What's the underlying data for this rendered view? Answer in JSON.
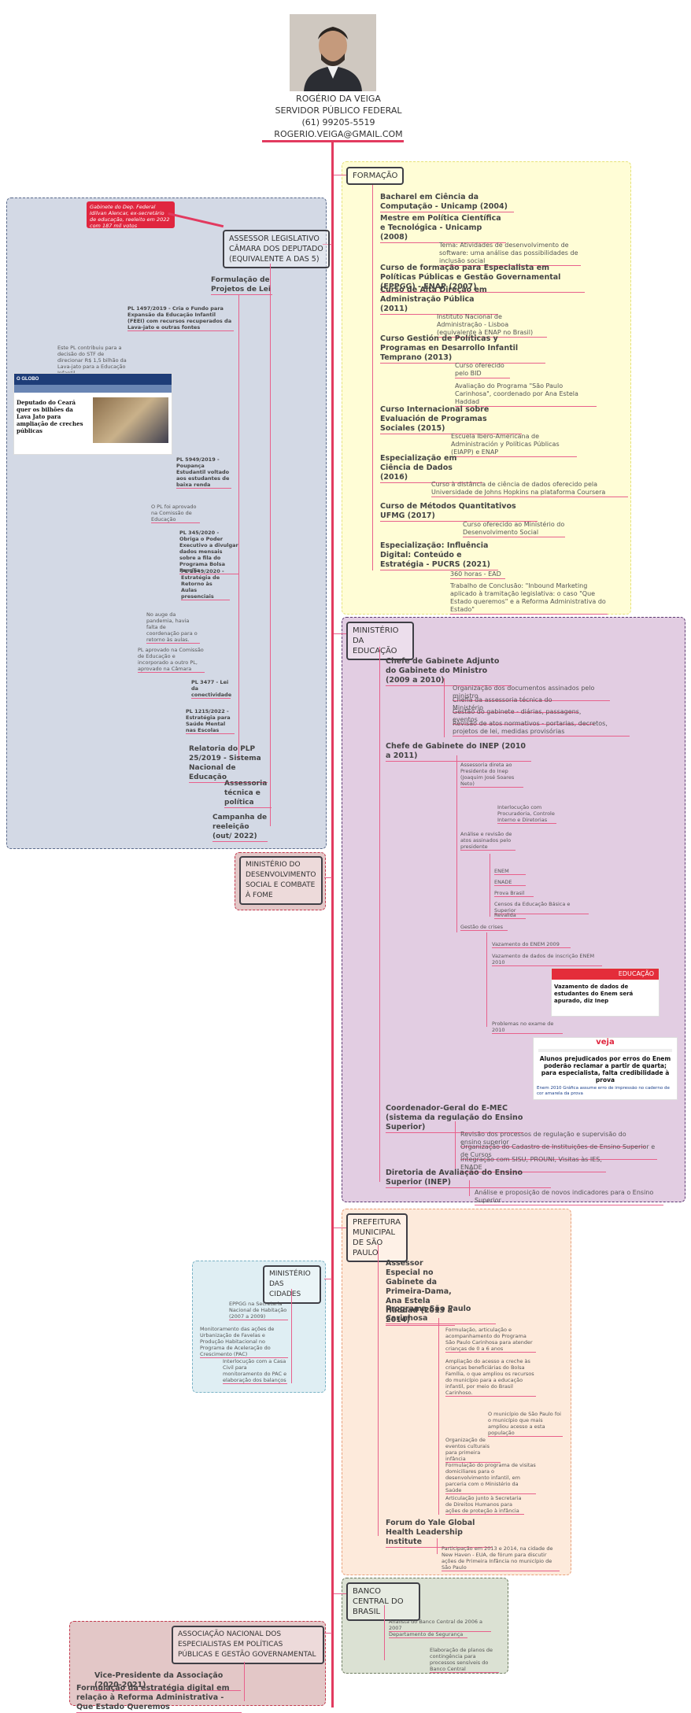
{
  "header": {
    "name": "ROGÉRIO DA VEIGA",
    "role": "SERVIDOR PÚBLICO FEDERAL",
    "phone": "(61) 99205-5519",
    "email": "ROGERIO.VEIGA@GMAIL.COM"
  },
  "formacao": {
    "title": "FORMAÇÃO",
    "items": [
      "Bacharel em Ciência da Computação - Unicamp (2004)",
      "Mestre em Política Científica e Tecnológica - Unicamp (2008)",
      "Tema: Atividades de desenvolvimento de software: uma análise das possibilidades de inclusão social",
      "Curso de formação para Especialista em Políticas Públicas e Gestão Governamental (EPPGG) - ENAP (2007)",
      "Curso de Alta Direção em Administração Pública (2011)",
      "Instituto Nacional de Administração - Lisboa (equivalente à ENAP no Brasil)",
      "Curso Gestión de Políticas y Programas en Desarrollo Infantil Temprano (2013)",
      "Curso oferecido pelo BID",
      "Avaliação do Programa \"São Paulo Carinhosa\", coordenado por Ana Estela Haddad",
      "Curso Internacional sobre Evaluación de Programas Sociales (2015)",
      "Escuela Ibero-Americana de Administración y Políticas Públicas (EIAPP) e ENAP",
      "Especialização em Ciência de Dados (2016)",
      "Curso à distância de ciência de dados oferecido pela Universidade de Johns Hopkins na plataforma Coursera",
      "Curso de Métodos Quantitativos UFMG (2017)",
      "Curso oferecido ao Ministério do Desenvolvimento Social",
      "Especialização: Influência Digital: Conteúdo e Estratégia - PUCRS (2021)",
      "360 horas - EAD",
      "Trabalho de Conclusão: \"Inbound Marketing aplicado à tramitação legislativa: o caso \"Que Estado queremos\" e a Reforma Administrativa do Estado\""
    ]
  },
  "assessor": {
    "title": "ASSESSOR LEGISLATIVO CÂMARA DOS DEPUTADO (EQUIVALENTE A DAS 5)",
    "callout": "Gabinete do Dep. Federal Idilvan Alencar, ex-secretário de educação, reeleito em 2022 com 187 mil votos",
    "formulacao": "Formulação de Projetos de Lei",
    "pl1": "PL 1497/2019 - Cria o Fundo para Expansão da Educação Infantil (FEEI) com recursos recuperados da Lava-jato e outras fontes",
    "pl1_note": "Este PL contribuiu para a decisão do STF de direcionar R$ 1,5 bilhão da Lava-jato para a Educação Infantil",
    "news_brand": "O GLOBO",
    "news_headline": "Deputado do Ceará quer os bilhões da Lava Jato para ampliação de creches públicas",
    "pl2": "PL 5949/2019 - Poupança Estudantil voltado aos estudantes de baixa renda",
    "pl2_note": "O PL foi aprovado na Comissão de Educação",
    "pl3": "PL 345/2020 - Obriga o Poder Executivo a divulgar dados mensais sobre a fila do Programa Bolsa Família",
    "pl4": "PL 2949/2020 - Estratégia de Retorno às Aulas presenciais",
    "pl4_note1": "No auge da pandemia, havia falta de coordenação para o retorno às aulas.",
    "pl4_note2": "PL aprovado na Comissão de Educação e incorporado a outro PL, aprovado na Câmara",
    "pl5": "PL 3477 - Lei da conectividade",
    "pl6": "PL 1215/2022 - Estratégia para Saúde Mental nas Escolas",
    "relatoria": "Relatoria do PLP 25/2019 - Sistema Nacional de Educação",
    "assessoria": "Assessoria técnica e política",
    "campanha": "Campanha de reeleição (out/ 2022)"
  },
  "mds": {
    "title": "MINISTÉRIO DO DESENVOLVIMENTO SOCIAL E COMBATE À FOME"
  },
  "mec": {
    "title": "MINISTÉRIO DA EDUCAÇÃO",
    "chefe1": "Chefe de Gabinete Adjunto do Gabinete do Ministro (2009 a 2010)",
    "chefe1_items": [
      "Organização dos documentos assinados pelo ministro",
      "Chefia da assessoria técnica do Ministério",
      "Gestão do gabinete - diárias, passagens, eventos",
      "Revisão de atos normativos - portarias, decretos, projetos de lei, medidas provisórias"
    ],
    "chefe2": "Chefe de Gabinete do INEP (2010 a 2011)",
    "assessoria_direta": "Assessoria direta ao Presidente do Inep (Joaquim José Soares Neto)",
    "interlocucao": "Interlocução com Procuradoria, Controle Interno e Diretorias",
    "analise": "Análise e revisão de atos assinados pelo presidente",
    "exames": [
      "ENEM",
      "ENADE",
      "Prova Brasil",
      "Censos da Educação Básica e Superior",
      "Revalida"
    ],
    "crises": "Gestão de crises",
    "crise_items": [
      "Vazamento do ENEM 2009",
      "Vazamento de dados de inscrição ENEM 2010",
      "Problemas no exame de 2010"
    ],
    "news1_tag": "EDUCAÇÃO",
    "news1_headline": "Vazamento de dados de estudantes do Enem será apurado, diz Inep",
    "news2_brand": "veja",
    "news2_headline": "Alunos prejudicados por erros do Enem poderão reclamar a partir de quarta; para especialista, falta credibilidade à prova",
    "news2_sub": "Enem 2010 Gráfica assume erro de impressão no caderno de cor amarela da prova",
    "coord": "Coordenador-Geral do E-MEC (sistema da regulação do Ensino Superior)",
    "coord_items": [
      "Revisão dos processos de regulação e supervisão do ensino superior",
      "Organização do Cadastro de Instituições de Ensino Superior e de Cursos",
      "Integração com SISU, PROUNI, Visitas às IES, ENADE"
    ],
    "diretoria": "Diretoria de Avaliação do Ensino Superior (INEP)",
    "diretoria_item": "Análise e proposição de novos indicadores para o Ensino Superior"
  },
  "cidades": {
    "title": "MINISTÉRIO DAS CIDADES",
    "items": [
      "EPPGG na Secretaria Nacional de Habitação (2007 a 2009)",
      "Monitoramento das ações de Urbanização de Favelas e Produção Habitacional no Programa de Aceleração do Crescimento (PAC)",
      "Interlocução com a Casa Civil para monitoramento do PAC e elaboração dos balanços"
    ]
  },
  "prefeitura": {
    "title": "PREFEITURA MUNICIPAL DE SÃO PAULO",
    "assessor": "Assessor Especial no Gabinete da Primeira-Dama, Ana Estela Haddad (2013 a 2014)",
    "programa": "Programa São Paulo Carinhosa",
    "programa_items": [
      "Formulação, articulação e acompanhamento do Programa São Paulo Carinhosa para atender crianças de 0 a 6 anos",
      "Ampliação do acesso a creche às crianças beneficiárias do Bolsa Família, o que ampliou os recursos do município para a educação infantil, por meio do Brasil Carinhoso.",
      "O município de São Paulo foi o município que mais ampliou acesso a esta população",
      "Organização de eventos culturais para primeira infância",
      "Formulação do programa de visitas domiciliares para o desenvolvimento infantil, em parceria com o Ministério da Saúde",
      "Articulação junto à Secretaria de Direitos Humanos para ações de proteção à infância"
    ],
    "forum": "Forum do Yale Global Health Leadership Institute",
    "forum_item": "Participação em 2013 e 2014, na cidade de New Haven - EUA, de fórum para discutir ações de Primeira Infância no município de São Paulo"
  },
  "banco": {
    "title": "BANCO CENTRAL DO BRASIL",
    "items": [
      "Analista do Banco Central de 2006 a 2007",
      "Departamento de Segurança",
      "Elaboração de planos de contingência para processos sensíveis do Banco Central"
    ]
  },
  "anesp": {
    "title": "ASSOCIAÇÃO NACIONAL DOS ESPECIALISTAS EM POLÍTICAS PÚBLICAS E GESTÃO GOVERNAMENTAL",
    "items": [
      "Vice-Presidente da Associação (2020-2021)",
      "Formulação da estratégia digital em relação à Reforma Administrativa - Que Estado Queremos"
    ]
  },
  "colors": {
    "spine": "#e23a5f",
    "formacao_bg": "#fffdd6",
    "formacao_border": "#e6e27a",
    "assessor_bg": "#d3d9e5",
    "assessor_border": "#5b6b8c",
    "mec_bg": "#e2cde2",
    "mec_border": "#5e3b73",
    "mds_bg": "#e3c7c7",
    "pref_bg": "#fdeadb",
    "pref_border": "#e9a07a",
    "cidades_bg": "#dfeef3",
    "cidades_border": "#7bb3c6",
    "banco_bg": "#dbe1d3",
    "banco_border": "#6f7d62",
    "anesp_bg": "#e3c7c7",
    "anesp_border": "#c43a4f"
  }
}
